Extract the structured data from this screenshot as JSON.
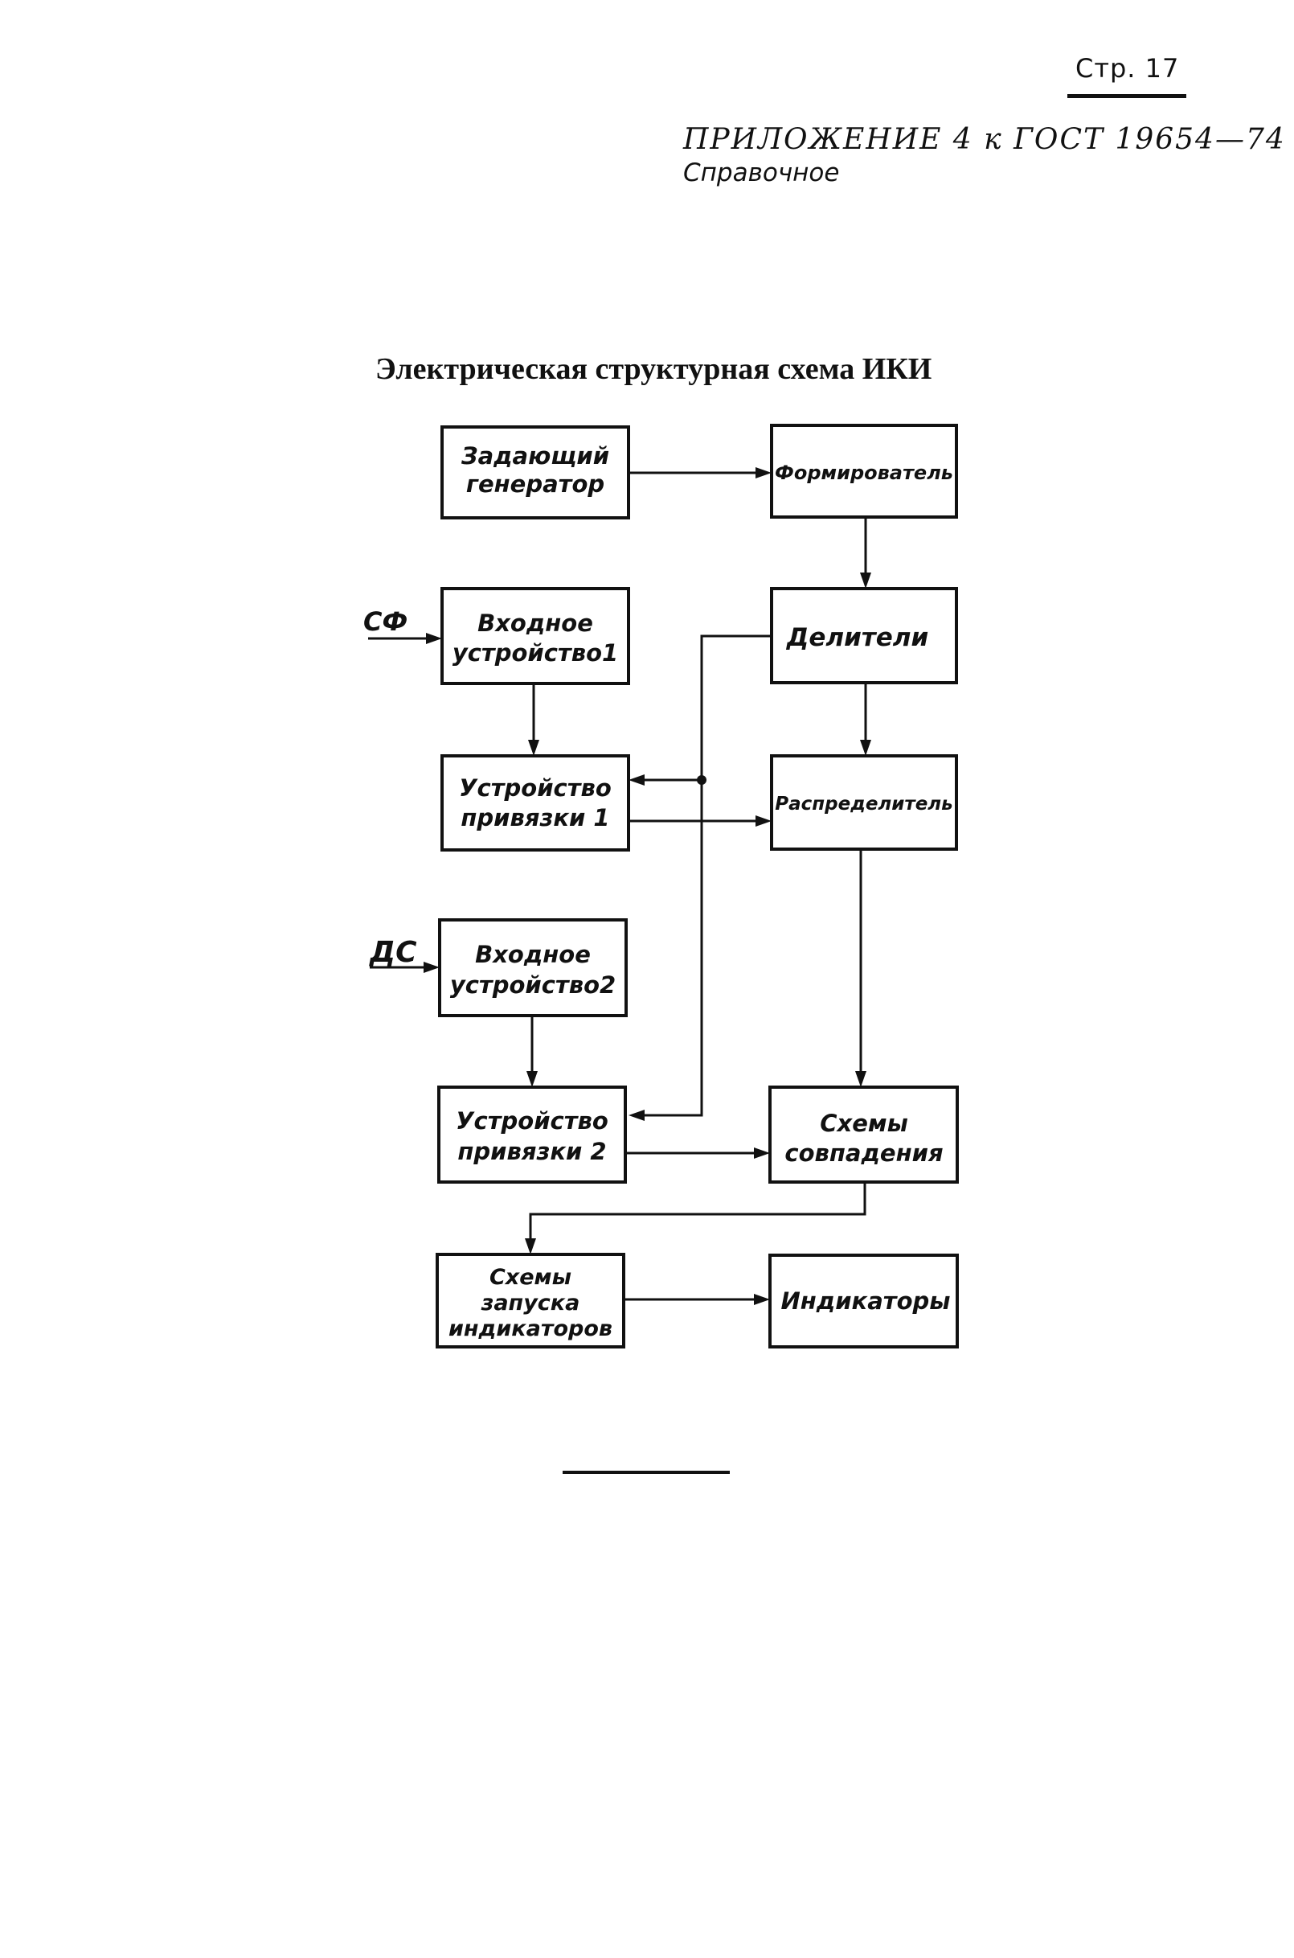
{
  "header": {
    "page_number": "Стр. 17",
    "appendix": "ПРИЛОЖЕНИЕ 4 к ГОСТ 19654—74",
    "appendix_type": "Справочное"
  },
  "diagram": {
    "title": "Электрическая структурная схема ИКИ",
    "blocks": {
      "master_generator": [
        "Задающий",
        "генератор"
      ],
      "shaper": [
        "Формирователь"
      ],
      "input_device_1": [
        "Входное",
        "устройство1"
      ],
      "dividers": [
        "Делители"
      ],
      "binding_device_1": [
        "Устройство",
        "привязки 1"
      ],
      "distributor": [
        "Распределитель"
      ],
      "input_device_2": [
        "Входное",
        "устройство2"
      ],
      "binding_device_2": [
        "Устройство",
        "привязки 2"
      ],
      "coincidence_circuits": [
        "Схемы",
        "совпадения"
      ],
      "indicator_launch_circuits": [
        "Схемы",
        "запуска",
        "индикаторов"
      ],
      "indicators": [
        "Индикаторы"
      ]
    },
    "inputs": {
      "sf": "СФ",
      "ds": "ДС"
    }
  }
}
